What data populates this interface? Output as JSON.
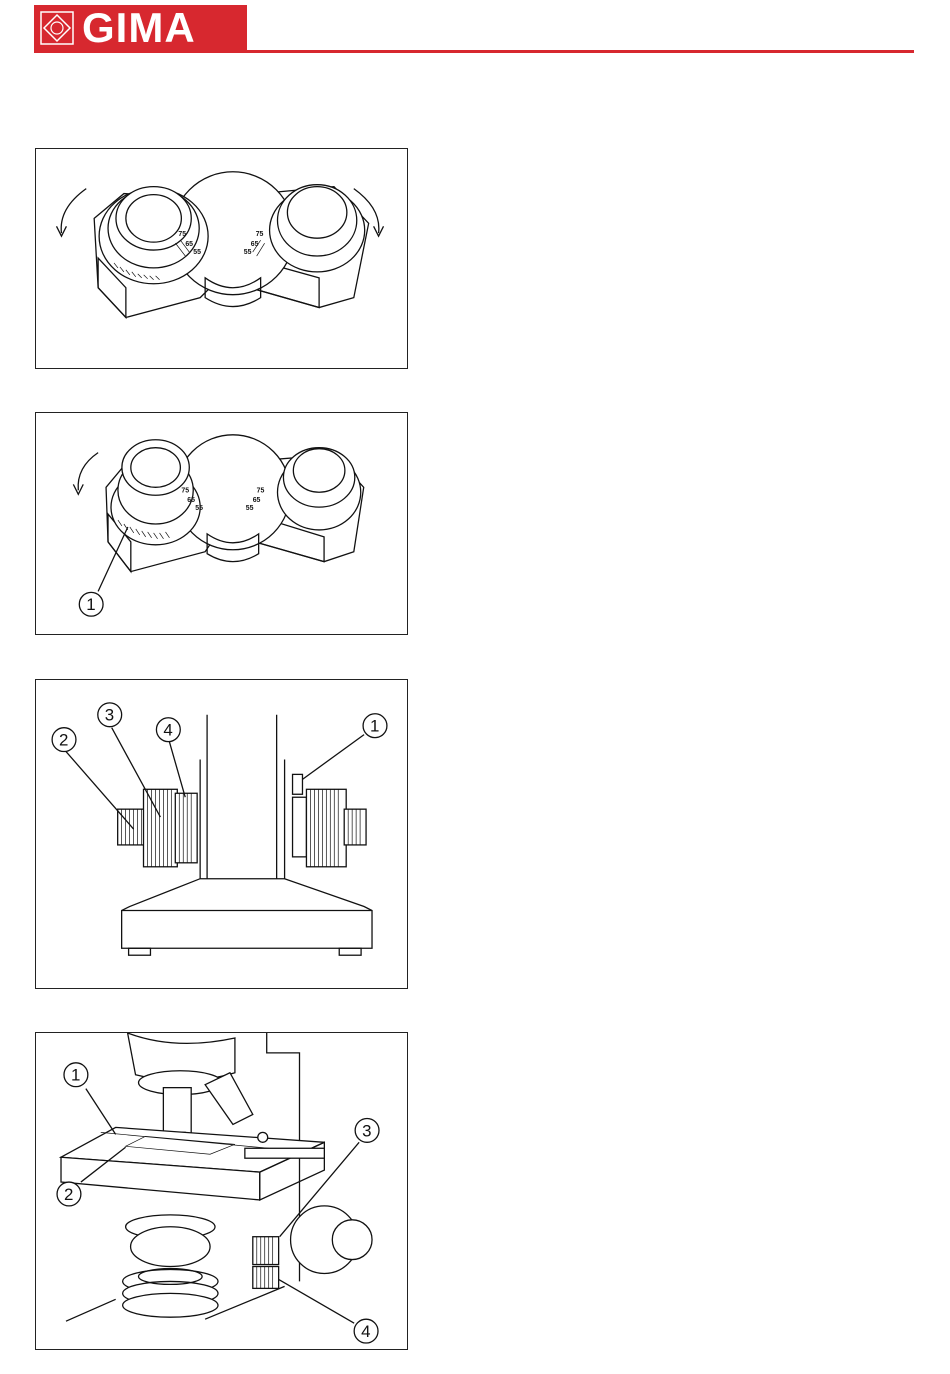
{
  "header": {
    "logo_text": "GIMA",
    "brand_color": "#d7282f"
  },
  "figures": [
    {
      "id": "interpupillary",
      "scale_left": [
        "75",
        "65",
        "55"
      ],
      "scale_right": [
        "75",
        "65",
        "55"
      ]
    },
    {
      "id": "diopter",
      "scale_left": [
        "75",
        "65",
        "55"
      ],
      "scale_right": [
        "75",
        "65",
        "55"
      ],
      "callouts": [
        "1"
      ]
    },
    {
      "id": "focus-knobs",
      "callouts": [
        "1",
        "2",
        "3",
        "4"
      ]
    },
    {
      "id": "stage",
      "callouts": [
        "1",
        "2",
        "3",
        "4"
      ]
    }
  ]
}
